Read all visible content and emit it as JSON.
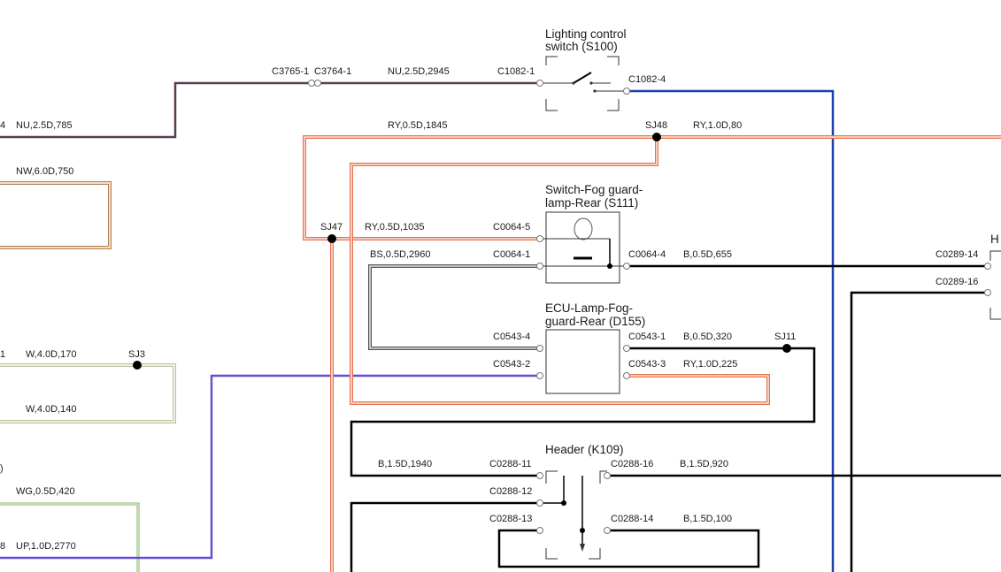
{
  "colors": {
    "NU": "#5a3b52",
    "NW": "#b57c4a",
    "RY": "#e8714a",
    "B": "#000000",
    "BS": "#555555",
    "W": "#b8c49e",
    "UP": "#6a4bd6",
    "WG": "#7fb36a",
    "blue": "#1f3fb0"
  },
  "components": {
    "s100": {
      "title_1": "Lighting control",
      "title_2": "switch (S100)"
    },
    "s111": {
      "title_1": "Switch-Fog guard-",
      "title_2": "lamp-Rear (S111)"
    },
    "d155": {
      "title_1": "ECU-Lamp-Fog-",
      "title_2": "guard-Rear (D155)"
    },
    "k109": {
      "title": "Header (K109)"
    },
    "right_edge": {
      "title": "H"
    }
  },
  "connectors": {
    "c3765_1": "C3765-1",
    "c3764_1": "C3764-1",
    "c1082_1": "C1082-1",
    "c1082_4": "C1082-4",
    "c0064_5": "C0064-5",
    "c0064_1": "C0064-1",
    "c0064_4": "C0064-4",
    "c0543_4": "C0543-4",
    "c0543_2": "C0543-2",
    "c0543_1": "C0543-1",
    "c0543_3": "C0543-3",
    "c0288_11": "C0288-11",
    "c0288_12": "C0288-12",
    "c0288_13": "C0288-13",
    "c0288_16": "C0288-16",
    "c0288_14": "C0288-14",
    "c0289_14": "C0289-14",
    "c0289_16": "C0289-16"
  },
  "splices": {
    "sj48": "SJ48",
    "sj47": "SJ47",
    "sj11": "SJ11",
    "sj3": "SJ3"
  },
  "wires": {
    "nu_2945": "NU,2.5D,2945",
    "nu_785": "NU,2.5D,785",
    "nw_750": "NW,6.0D,750",
    "ry_1845": "RY,0.5D,1845",
    "ry_80": "RY,1.0D,80",
    "ry_1035": "RY,0.5D,1035",
    "bs_2960": "BS,0.5D,2960",
    "b_655": "B,0.5D,655",
    "b_320": "B,0.5D,320",
    "ry_225": "RY,1.0D,225",
    "w_170": "W,4.0D,170",
    "w_140": "W,4.0D,140",
    "b_1940": "B,1.5D,1940",
    "b_920": "B,1.5D,920",
    "b_100": "B,1.5D,100",
    "wg_420": "WG,0.5D,420",
    "up_2770": "UP,1.0D,2770"
  },
  "edge_fragments": {
    "f1": "4",
    "f2": "1",
    "f3": "8",
    "f4": ")"
  }
}
